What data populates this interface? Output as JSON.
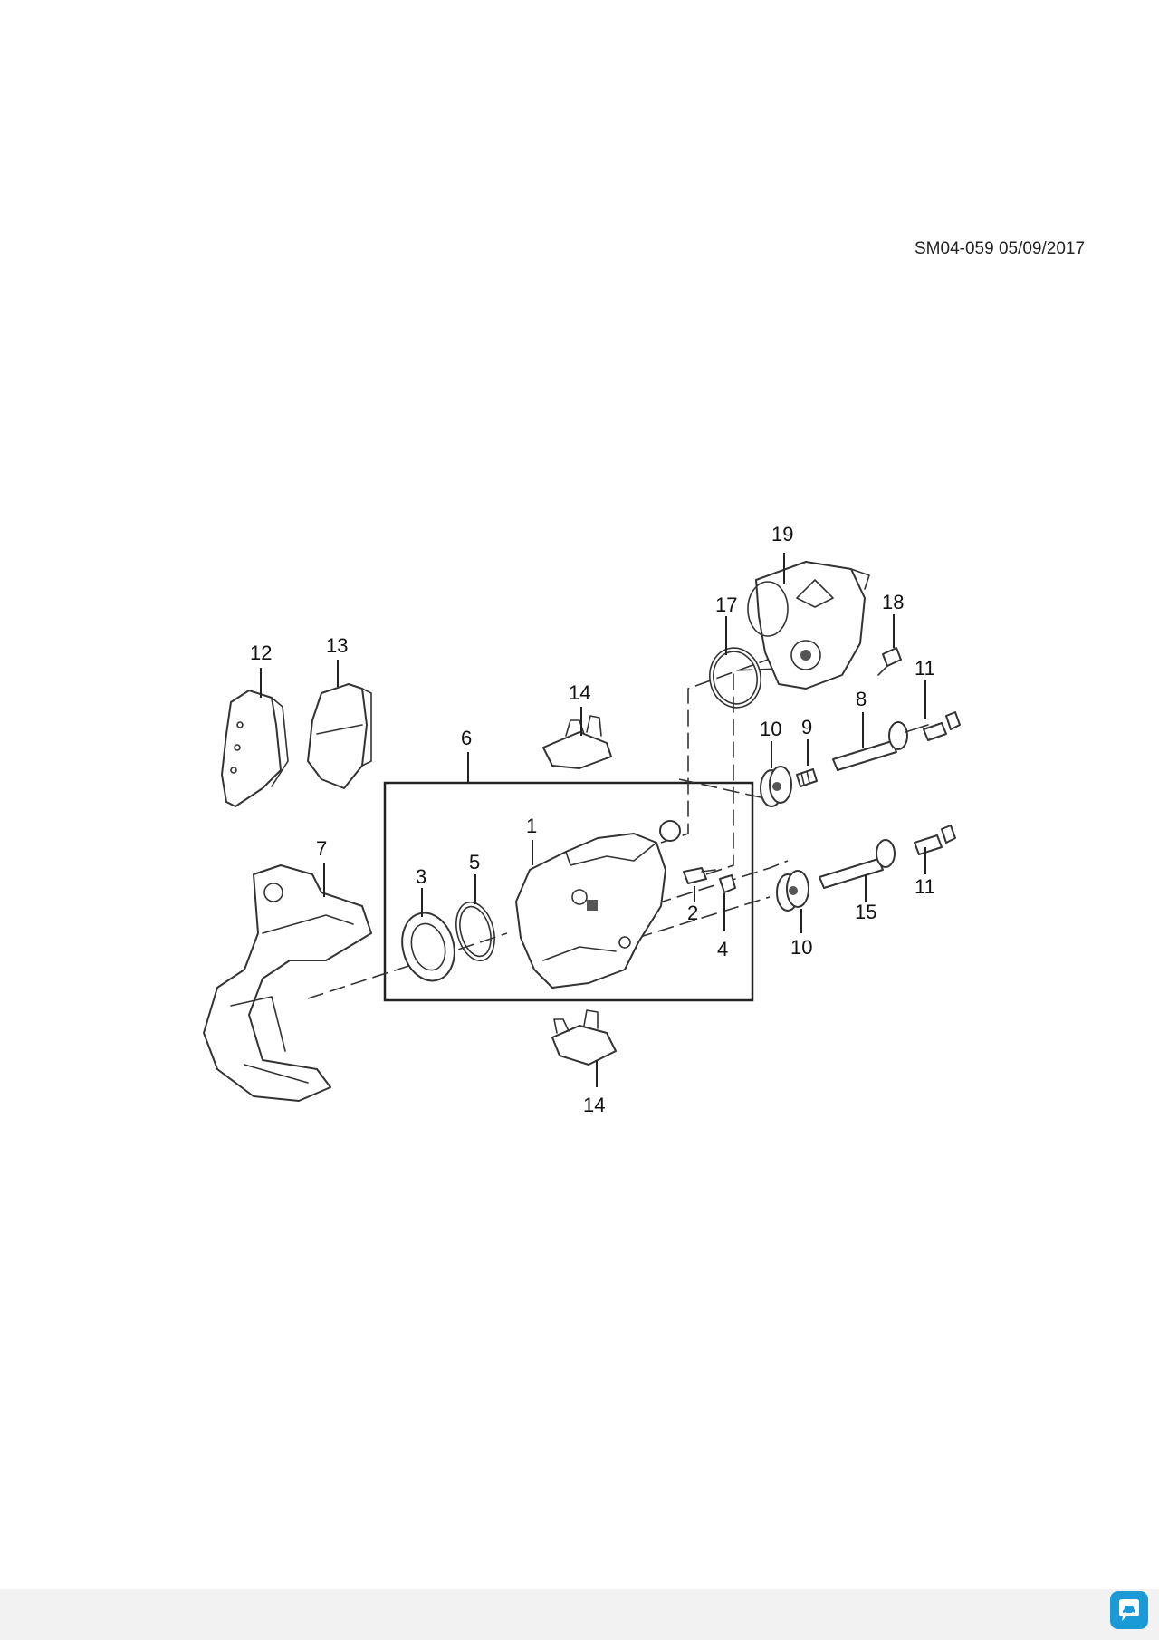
{
  "document": {
    "id_date": "SM04-059 05/09/2017"
  },
  "callouts": {
    "c1": "1",
    "c2": "2",
    "c3": "3",
    "c4": "4",
    "c5": "5",
    "c6": "6",
    "c7": "7",
    "c8": "8",
    "c9": "9",
    "c10a": "10",
    "c10b": "10",
    "c11a": "11",
    "c11b": "11",
    "c12": "12",
    "c13": "13",
    "c14a": "14",
    "c14b": "14",
    "c15": "15",
    "c17": "17",
    "c18": "18",
    "c19": "19"
  },
  "footer": {
    "app_icon": "car-service-app-icon",
    "colors": {
      "badge": "#1a9bd7",
      "bar": "#f2f2f2"
    }
  }
}
